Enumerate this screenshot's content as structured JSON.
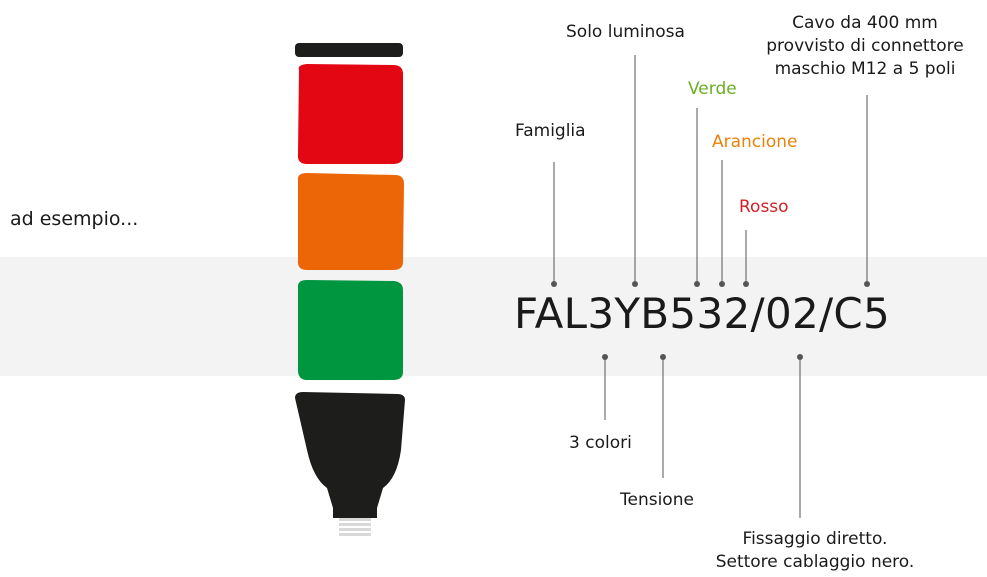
{
  "intro": "ad esempio...",
  "code": "FAL3YB532/02/C5",
  "labels_top": {
    "famiglia": "Famiglia",
    "solo_luminosa": "Solo luminosa",
    "verde": "Verde",
    "arancione": "Arancione",
    "rosso": "Rosso",
    "cavo_line1": "Cavo da 400 mm",
    "cavo_line2": "provvisto di connettore",
    "cavo_line3": "maschio M12 a 5 poli"
  },
  "labels_bottom": {
    "colori": "3 colori",
    "tensione": "Tensione",
    "fissaggio_line1": "Fissaggio diretto.",
    "fissaggio_line2": "Settore cablaggio nero."
  },
  "colors": {
    "verde": "#6ab023",
    "arancione": "#e8820c",
    "rosso": "#d31f26",
    "tower_red": "#e30613",
    "tower_orange": "#ec6608",
    "tower_green": "#009640",
    "tower_black": "#1d1d1b"
  }
}
